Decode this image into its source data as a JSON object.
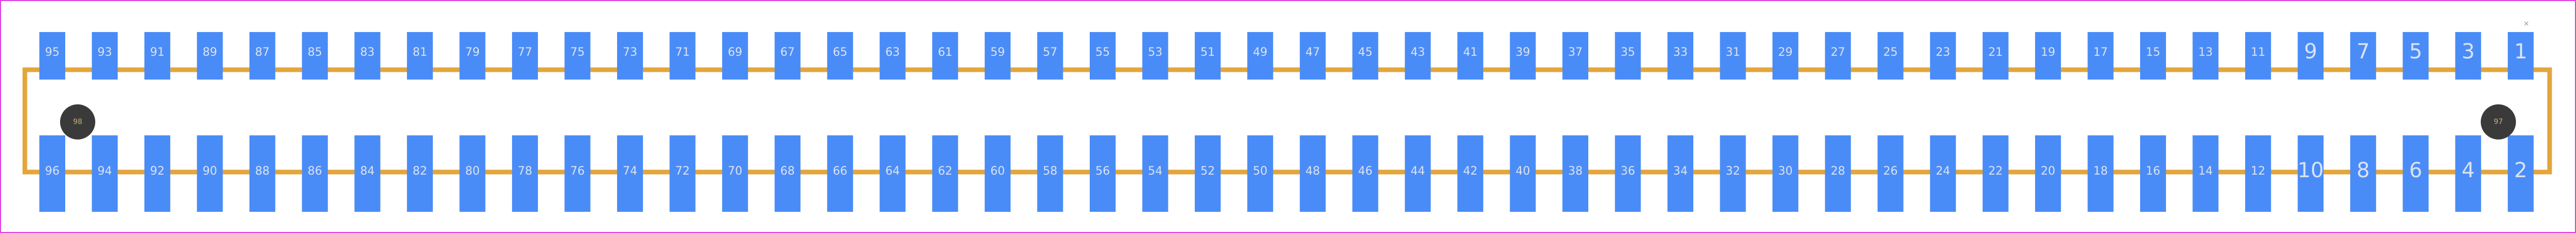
{
  "footprint": {
    "colors": {
      "background": "#ffffff",
      "frame": "#e040e0",
      "pad": "#4a8cf7",
      "pad_label": "#d9e2f2",
      "outline": "#e3a63c",
      "hole": "#3a3a3a",
      "hole_label": "#c8b07a",
      "marker": "#999999"
    },
    "top_row_labels": [
      "95",
      "93",
      "91",
      "89",
      "87",
      "85",
      "83",
      "81",
      "79",
      "77",
      "75",
      "73",
      "71",
      "69",
      "67",
      "65",
      "63",
      "61",
      "59",
      "57",
      "55",
      "53",
      "51",
      "49",
      "47",
      "45",
      "43",
      "41",
      "39",
      "37",
      "35",
      "33",
      "31",
      "29",
      "27",
      "25",
      "23",
      "21",
      "19",
      "17",
      "15",
      "13",
      "11",
      "9",
      "7",
      "5",
      "3",
      "1"
    ],
    "bottom_row_labels": [
      "96",
      "94",
      "92",
      "90",
      "88",
      "86",
      "84",
      "82",
      "80",
      "78",
      "76",
      "74",
      "72",
      "70",
      "68",
      "66",
      "64",
      "62",
      "60",
      "58",
      "56",
      "54",
      "52",
      "50",
      "48",
      "46",
      "44",
      "42",
      "40",
      "38",
      "36",
      "34",
      "32",
      "30",
      "28",
      "26",
      "24",
      "22",
      "20",
      "18",
      "16",
      "14",
      "12",
      "10",
      "8",
      "6",
      "4",
      "2"
    ],
    "mounting_holes": [
      {
        "id": "left",
        "label": "98"
      },
      {
        "id": "right",
        "label": "97"
      }
    ],
    "pin1_marker": "×"
  }
}
